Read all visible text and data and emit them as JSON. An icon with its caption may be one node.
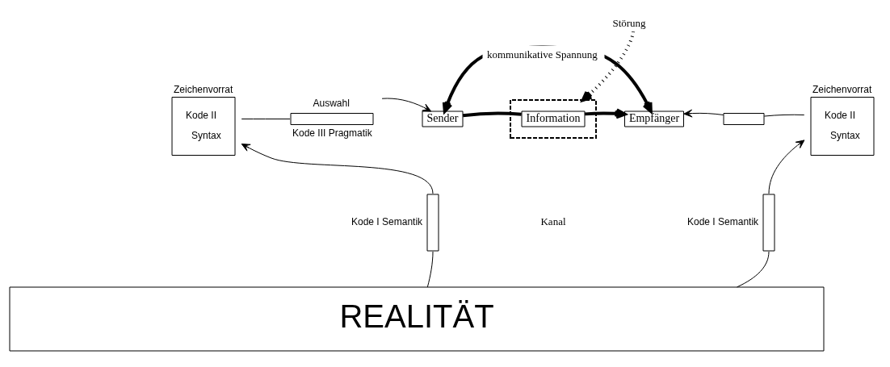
{
  "diagram": {
    "nodes": [
      {
        "text": [
          "Zeichenvorrat",
          "Kode II",
          "Syntax"
        ]
      },
      {
        "text": [],
        "shape": "box",
        "beside": [
          "Auswahl",
          "Kode III Pragmatik"
        ]
      },
      {
        "text": [
          "Sender"
        ]
      },
      {
        "text": [],
        "shape": "box"
      },
      {
        "text": [
          "Information"
        ],
        "in": 3
      },
      {
        "text": [
          "Empfänger"
        ]
      },
      {
        "text": [],
        "shape": "box"
      },
      {
        "text": [
          "Zeichenvorrat",
          "Kode II",
          "Syntax"
        ]
      },
      {
        "text": [],
        "shape": "box",
        "beside": [
          "Kode I Semantik"
        ]
      },
      {
        "text": [],
        "shape": "box",
        "beside": [
          "Kode I Semantik"
        ]
      },
      {
        "text": [
          "REALITÄT"
        ]
      },
      {
        "text": [
          "Störung"
        ]
      }
    ],
    "edges": [
      {
        "from": 0,
        "to": 1,
        "arrow": "none"
      },
      {
        "from": 1,
        "to": 2,
        "arrow": "to"
      },
      {
        "from": 2,
        "to": 4,
        "arrow": "none",
        "style": "thick"
      },
      {
        "from": 4,
        "to": 5,
        "arrow": "to",
        "style": "thick"
      },
      {
        "from": 7,
        "to": 6,
        "arrow": "none"
      },
      {
        "from": 6,
        "to": 5,
        "arrow": "to"
      },
      {
        "from": 10,
        "to": 8,
        "arrow": "none"
      },
      {
        "from": 8,
        "to": 0,
        "arrow": "to"
      },
      {
        "from": 10,
        "to": 9,
        "arrow": "none"
      },
      {
        "from": 9,
        "to": 7,
        "arrow": "to"
      },
      {
        "from": 11,
        "to": 3,
        "arrow": "to",
        "style": "dashed"
      },
      {
        "from": 2,
        "to": 5,
        "arrow": "both",
        "style": "thick",
        "label": "kommunikative Spannung"
      }
    ],
    "labels": [
      "Kanal"
    ]
  }
}
